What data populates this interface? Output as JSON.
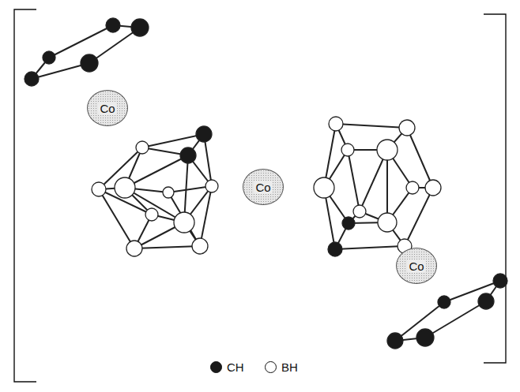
{
  "diagram": {
    "nodes": [
      {
        "text": [
          "Co"
        ]
      },
      {
        "text": [
          "Co"
        ]
      },
      {
        "text": [
          "Co"
        ]
      }
    ],
    "legend": [
      {
        "text": "CH",
        "color": "#1a1a1a"
      },
      {
        "text": "BH",
        "color": "#ffffff"
      }
    ]
  }
}
